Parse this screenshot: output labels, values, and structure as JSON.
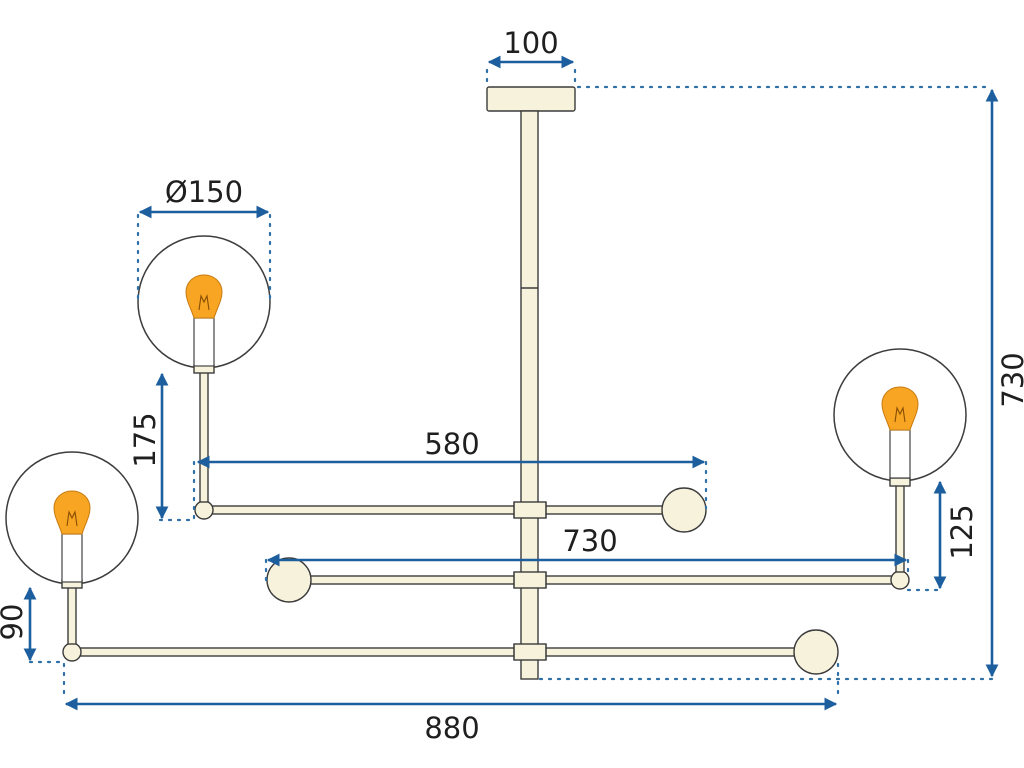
{
  "diagram": {
    "dimensions": {
      "canopy_width": "100",
      "globe_diameter": "Ø150",
      "overall_height": "730",
      "upper_arm_span": "580",
      "middle_arm_span": "730",
      "bottom_arm_span": "880",
      "upper_left_drop": "175",
      "right_drop": "125",
      "lower_left_drop": "90"
    },
    "colors": {
      "dimension_line": "#1d5f9e",
      "metal_finish": "#f7f2dc",
      "bulb": "#f7a523"
    }
  }
}
